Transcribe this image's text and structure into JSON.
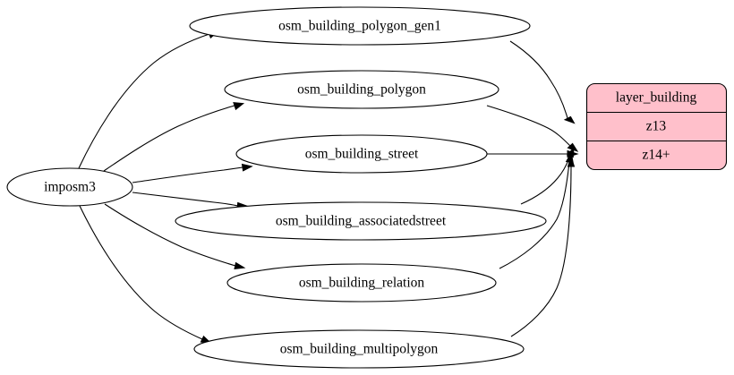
{
  "diagram": {
    "type": "directed-graph",
    "title": "imposm3 building layer dependency graph",
    "background_color": "#ffffff",
    "edge_color": "#000000",
    "source_node": {
      "id": "imposm3",
      "label": "imposm3",
      "shape": "ellipse",
      "fill": "#ffffff"
    },
    "table_nodes": [
      {
        "id": "osm_building_polygon_gen1",
        "label": "osm_building_polygon_gen1",
        "shape": "ellipse",
        "fill": "#ffffff"
      },
      {
        "id": "osm_building_polygon",
        "label": "osm_building_polygon",
        "shape": "ellipse",
        "fill": "#ffffff"
      },
      {
        "id": "osm_building_street",
        "label": "osm_building_street",
        "shape": "ellipse",
        "fill": "#ffffff"
      },
      {
        "id": "osm_building_associatedstreet",
        "label": "osm_building_associatedstreet",
        "shape": "ellipse",
        "fill": "#ffffff"
      },
      {
        "id": "osm_building_relation",
        "label": "osm_building_relation",
        "shape": "ellipse",
        "fill": "#ffffff"
      },
      {
        "id": "osm_building_multipolygon",
        "label": "osm_building_multipolygon",
        "shape": "ellipse",
        "fill": "#ffffff"
      }
    ],
    "layer_node": {
      "id": "layer_building",
      "shape": "record-rounded",
      "fill": "#ffc0cb",
      "rows": [
        {
          "id": "layer-name",
          "label": "layer_building"
        },
        {
          "id": "zoom-z13",
          "label": "z13"
        },
        {
          "id": "zoom-z14plus",
          "label": "z14+"
        }
      ]
    },
    "edges": [
      {
        "from": "imposm3",
        "to": "osm_building_polygon_gen1"
      },
      {
        "from": "imposm3",
        "to": "osm_building_polygon"
      },
      {
        "from": "imposm3",
        "to": "osm_building_street"
      },
      {
        "from": "imposm3",
        "to": "osm_building_associatedstreet"
      },
      {
        "from": "imposm3",
        "to": "osm_building_relation"
      },
      {
        "from": "imposm3",
        "to": "osm_building_multipolygon"
      },
      {
        "from": "osm_building_polygon_gen1",
        "to": "zoom-z13"
      },
      {
        "from": "osm_building_polygon",
        "to": "zoom-z14plus"
      },
      {
        "from": "osm_building_street",
        "to": "zoom-z14plus"
      },
      {
        "from": "osm_building_associatedstreet",
        "to": "zoom-z14plus"
      },
      {
        "from": "osm_building_relation",
        "to": "zoom-z14plus"
      },
      {
        "from": "osm_building_multipolygon",
        "to": "zoom-z14plus"
      }
    ]
  }
}
